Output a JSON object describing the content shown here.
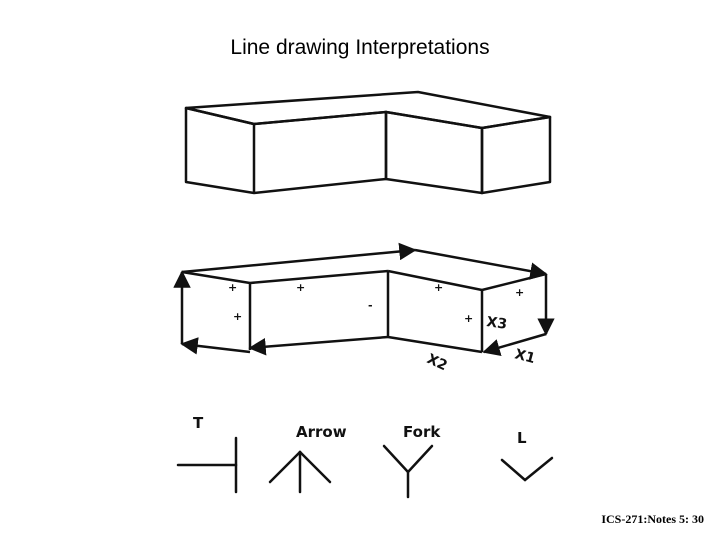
{
  "title": "Line drawing Interpretations",
  "footer": "ICS-271:Notes 5: 30",
  "edge_labels": {
    "plus": "+",
    "minus": "-"
  },
  "junction_labels": {
    "t": "T",
    "arrow": "Arrow",
    "fork": "Fork",
    "l": "L"
  },
  "handwritten_marks": [
    "X3",
    "X2",
    "X1"
  ]
}
